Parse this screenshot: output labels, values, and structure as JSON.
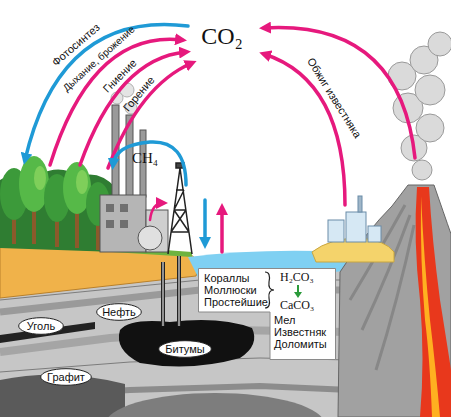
{
  "diagram": {
    "nodes": [
      {
        "text": [
          "Кораллы Моллюски Простейшие",
          "H₂CO₃",
          "CaCO₃",
          "Мел Известняк Доломиты"
        ]
      },
      {
        "text": [
          "Нефть"
        ]
      },
      {
        "text": [
          "Уголь"
        ]
      },
      {
        "text": [
          "Битумы"
        ]
      },
      {
        "text": [
          "Графит"
        ]
      }
    ],
    "labels": [
      "CO₂",
      "Фотосинтез",
      "Дыхание, брожение",
      "Гниение",
      "Горение",
      "Обжиг известняка",
      "CH₄"
    ]
  }
}
